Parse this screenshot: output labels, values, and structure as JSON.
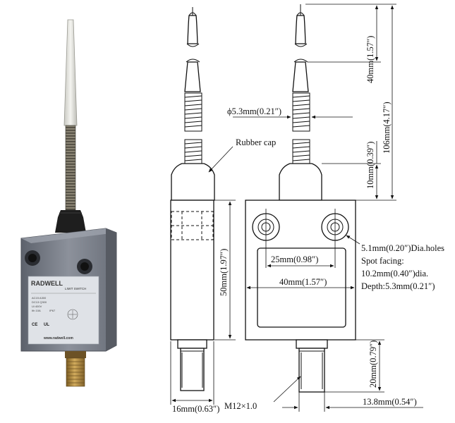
{
  "labels": {
    "dia_53": "ϕ5.3mm(0.21″)",
    "rubber_cap": "Rubber cap",
    "dim_40_top": "40mm(1.57″)",
    "dim_106": "106mm(4.17″)",
    "dim_10": "10mm(0.39″)",
    "dim_50": "50mm(1.97″)",
    "dim_25": "25mm(0.98″)",
    "dim_40_body": "40mm(1.57″)",
    "holes_1": "5.1mm(0.20″)Dia.holes",
    "holes_2": "Spot facing:",
    "holes_3": "10.2mm(0.40″)dia.",
    "holes_4": "Depth:5.3mm(0.21″)",
    "dim_20": "20mm(0.79″)",
    "dim_16": "16mm(0.63″)",
    "dim_138": "13.8mm(0.54″)",
    "thread": "M12×1.0"
  },
  "photo": {
    "brand": "RADWELL",
    "product": "LIMIT SWITCH",
    "url": "www.radwell.com",
    "ip": "IP67",
    "specs": [
      "AC15 A300",
      "DC13 Q300",
      "Ui 400V",
      "Ith 10A"
    ]
  },
  "colors": {
    "body": "#7a7f8a",
    "plastic_tip": "#e4e4df",
    "spring": "#7d7868",
    "cap": "#1c1c1c",
    "brass": "#b08a3e",
    "label": "#dfe2e7"
  }
}
